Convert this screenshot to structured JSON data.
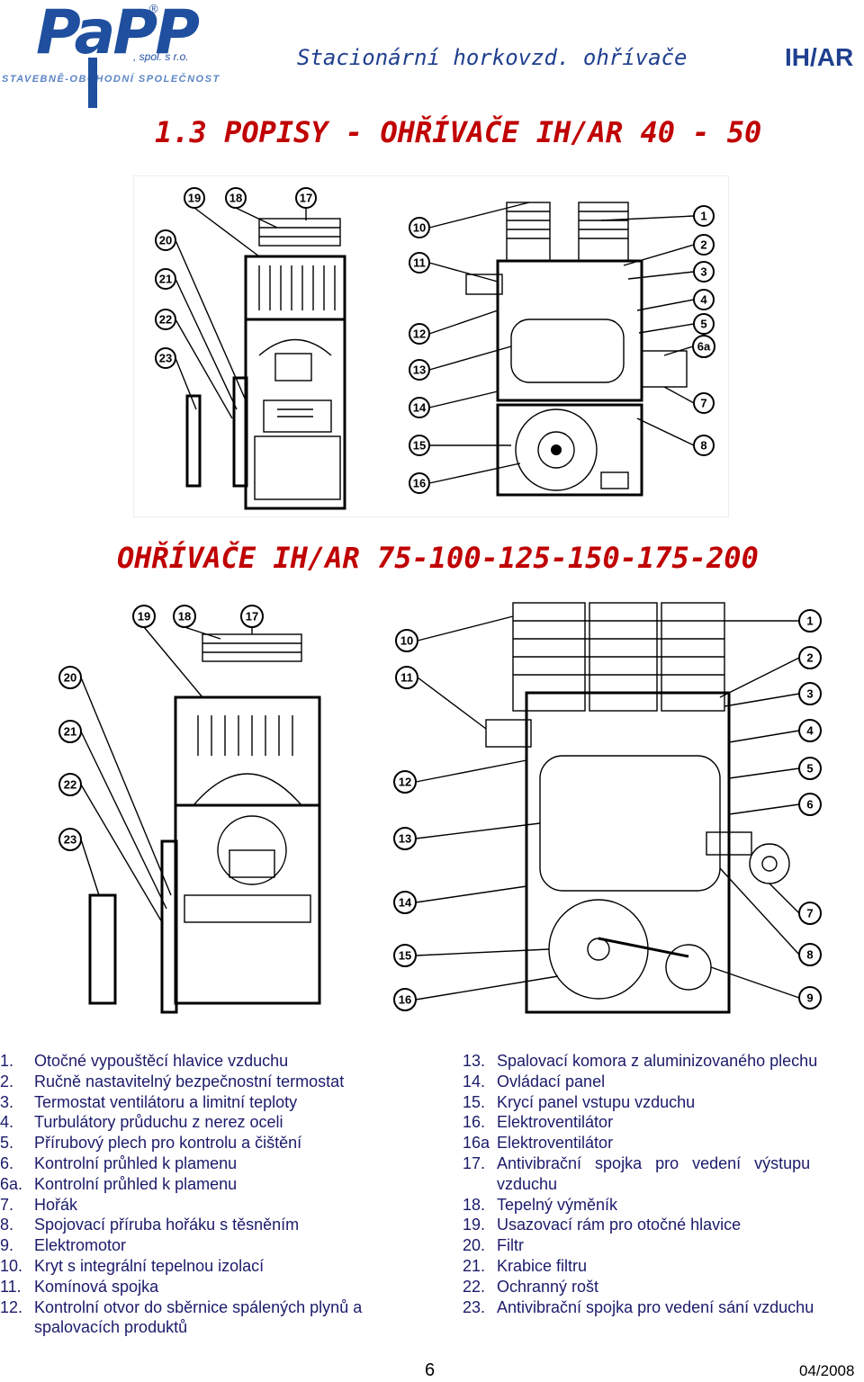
{
  "header": {
    "logo_text": "PaPP",
    "logo_reg": "®",
    "logo_spol": ", spol. s r.o.",
    "logo_tagline": "STAVEBNĚ-OBCHODNÍ SPOLEČNOST",
    "title": "Stacionární horkovzd. ohřívače",
    "code": "IH/AR"
  },
  "section1_title": "1.3 POPISY - OHŘÍVAČE IH/AR 40 - 50",
  "section2_title": "OHŘÍVAČE IH/AR 75-100-125-150-175-200",
  "diagram1_callouts": [
    "19",
    "18",
    "17",
    "20",
    "21",
    "22",
    "23",
    "10",
    "11",
    "12",
    "13",
    "14",
    "15",
    "16",
    "1",
    "2",
    "3",
    "4",
    "5",
    "6a",
    "7",
    "8"
  ],
  "diagram2_callouts": [
    "19",
    "18",
    "17",
    "20",
    "21",
    "22",
    "23",
    "10",
    "11",
    "12",
    "13",
    "14",
    "15",
    "16",
    "1",
    "2",
    "3",
    "4",
    "5",
    "6",
    "7",
    "8",
    "9"
  ],
  "legend_left": [
    {
      "n": "1.",
      "t": "Otočné vypouštěcí hlavice vzduchu"
    },
    {
      "n": "2.",
      "t": "Ručně nastavitelný bezpečnostní termostat"
    },
    {
      "n": "3.",
      "t": "Termostat ventilátoru a limitní teploty"
    },
    {
      "n": "4.",
      "t": "Turbulátory průduchu z nerez oceli"
    },
    {
      "n": "5.",
      "t": "Přírubový plech pro kontrolu a čištění"
    },
    {
      "n": "6.",
      "t": "Kontrolní průhled k plamenu"
    },
    {
      "n": "6a.",
      "t": "Kontrolní průhled k plamenu"
    },
    {
      "n": "7.",
      "t": "Hořák"
    },
    {
      "n": "8.",
      "t": "Spojovací příruba hořáku s těsněním"
    },
    {
      "n": "9.",
      "t": "Elektromotor"
    },
    {
      "n": "10.",
      "t": "Kryt s integrální tepelnou izolací"
    },
    {
      "n": "11.",
      "t": "Komínová spojka"
    },
    {
      "n": "12.",
      "t": "Kontrolní otvor do sběrnice spálených plynů a"
    },
    {
      "n": "",
      "t": "spalovacích produktů"
    }
  ],
  "legend_right": [
    {
      "n": "13.",
      "t": "Spalovací komora z aluminizovaného plechu"
    },
    {
      "n": "14.",
      "t": "Ovládací panel"
    },
    {
      "n": "15.",
      "t": "Krycí panel vstupu vzduchu"
    },
    {
      "n": "16.",
      "t": "Elektroventilátor"
    },
    {
      "n": "16a",
      "t": "Elektroventilátor"
    },
    {
      "n": "17.",
      "t": "Antivibrační   spojka   pro   vedení   výstupu"
    },
    {
      "n": "",
      "t": "vzduchu"
    },
    {
      "n": "18.",
      "t": "Tepelný výměník"
    },
    {
      "n": "19.",
      "t": "Usazovací rám pro otočné hlavice"
    },
    {
      "n": "20.",
      "t": "Filtr"
    },
    {
      "n": "21.",
      "t": "Krabice filtru"
    },
    {
      "n": "22.",
      "t": "Ochranný rošt"
    },
    {
      "n": "23.",
      "t": "Antivibrační spojka pro vedení sání vzduchu"
    }
  ],
  "footer": {
    "page": "6",
    "date": "04/2008"
  }
}
